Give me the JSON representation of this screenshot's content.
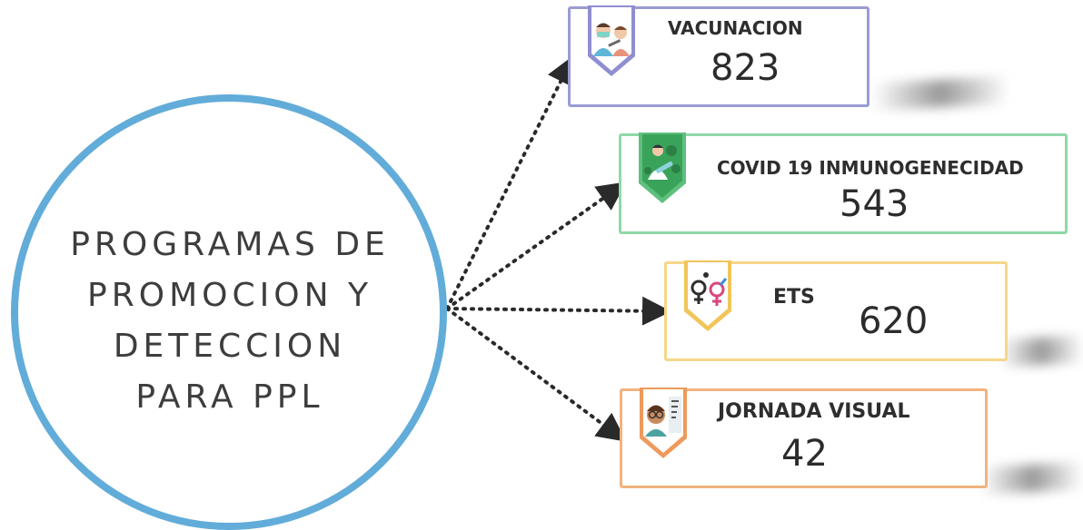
{
  "hub": {
    "lines": [
      "PROGRAMAS DE",
      "PROMOCION Y",
      "DETECCION",
      "PARA PPL"
    ],
    "border_color": "#62acd9"
  },
  "programs": [
    {
      "title": "VACUNACION",
      "value": "823",
      "border_color": "#9a9bd4",
      "badge_color": "#8f8ed1",
      "icon": "vaccination-icon"
    },
    {
      "title": "COVID 19 INMUNOGENECIDAD",
      "value": "543",
      "border_color": "#8fd8a8",
      "badge_color": "#5fbf7d",
      "icon": "covid-research-icon"
    },
    {
      "title": "ETS",
      "value": "620",
      "border_color": "#f5d78a",
      "badge_color": "#f1c55a",
      "icon": "gender-symbols-icon"
    },
    {
      "title": "JORNADA VISUAL",
      "value": "42",
      "border_color": "#f2b27e",
      "badge_color": "#ee9a5c",
      "icon": "eye-exam-icon"
    }
  ]
}
